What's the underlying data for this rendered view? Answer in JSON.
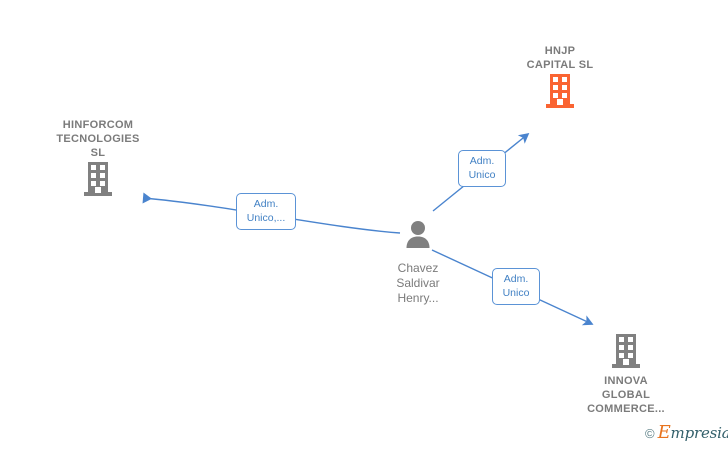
{
  "graph": {
    "background_color": "#ffffff",
    "edge_color": "#4a84ce",
    "nodes": [
      {
        "id": "hnjp",
        "label": "HNJP\nCAPITAL  SL",
        "type": "company",
        "icon": "building-icon",
        "icon_color": "#fa6432",
        "label_color": "#7b7b7b",
        "label_position": "above"
      },
      {
        "id": "hinforcom",
        "label": "HINFORCOM\nTECNOLOGIES\nSL",
        "type": "company",
        "icon": "building-icon",
        "icon_color": "#808080",
        "label_color": "#7b7b7b",
        "label_position": "above"
      },
      {
        "id": "person",
        "label": "Chavez\nSaldivar\nHenry...",
        "type": "person",
        "icon": "person-icon",
        "icon_color": "#808080",
        "label_color": "#7b7b7b",
        "label_position": "below"
      },
      {
        "id": "innova",
        "label": "INNOVA\nGLOBAL\nCOMMERCE...",
        "type": "company",
        "icon": "building-icon",
        "icon_color": "#808080",
        "label_color": "#7b7b7b",
        "label_position": "below"
      }
    ],
    "edges": [
      {
        "id": "edge-hinforcom",
        "from": "person",
        "to": "hinforcom",
        "label": "Adm.\nUnico,...",
        "label_color": "#4281c4",
        "arrow": "to"
      },
      {
        "id": "edge-hnjp",
        "from": "person",
        "to": "hnjp",
        "label": "Adm.\nUnico",
        "label_color": "#4281c4",
        "arrow": "to"
      },
      {
        "id": "edge-innova",
        "from": "person",
        "to": "innova",
        "label": "Adm.\nUnico",
        "label_color": "#4281c4",
        "arrow": "to"
      }
    ]
  },
  "watermark": {
    "copyright_symbol": "©",
    "brand_initial": "E",
    "brand_rest": "mpresia",
    "initial_color": "#e8731e",
    "rest_color": "#33606b"
  }
}
